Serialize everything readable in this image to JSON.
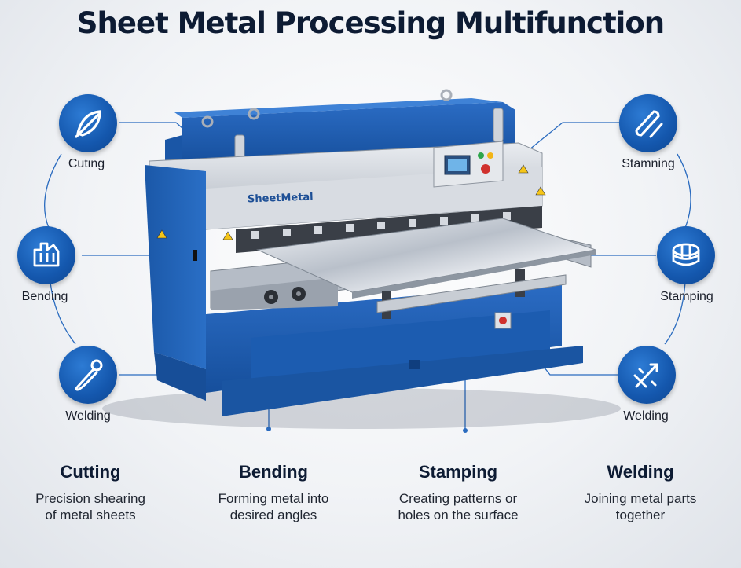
{
  "title": "Sheet Metal Processing Multifunction",
  "machine": {
    "brand": "SheetMetal"
  },
  "icons": [
    {
      "label": "Cutιng",
      "icon": "cutting-icon"
    },
    {
      "label": "Bending",
      "icon": "bending-icon"
    },
    {
      "label": "Welding",
      "icon": "welding-torch-icon"
    },
    {
      "label": "Stamning",
      "icon": "stamning-icon"
    },
    {
      "label": "Stamping",
      "icon": "stamping-icon"
    },
    {
      "label": "Welding",
      "icon": "welding-icon"
    }
  ],
  "features": [
    {
      "title": "Cutting",
      "line1": "Precision shearing",
      "line2": "of metal sheets"
    },
    {
      "title": "Bending",
      "line1": "Forming metal into",
      "line2": "desired angles"
    },
    {
      "title": "Stamping",
      "line1": "Creating patterns or",
      "line2": "holes on the surface"
    },
    {
      "title": "Welding",
      "line1": "Joining metal parts",
      "line2": "together"
    }
  ],
  "colors": {
    "brand_blue": "#1457ad",
    "title_navy": "#0d1b33",
    "steel": "#c9ced6"
  }
}
